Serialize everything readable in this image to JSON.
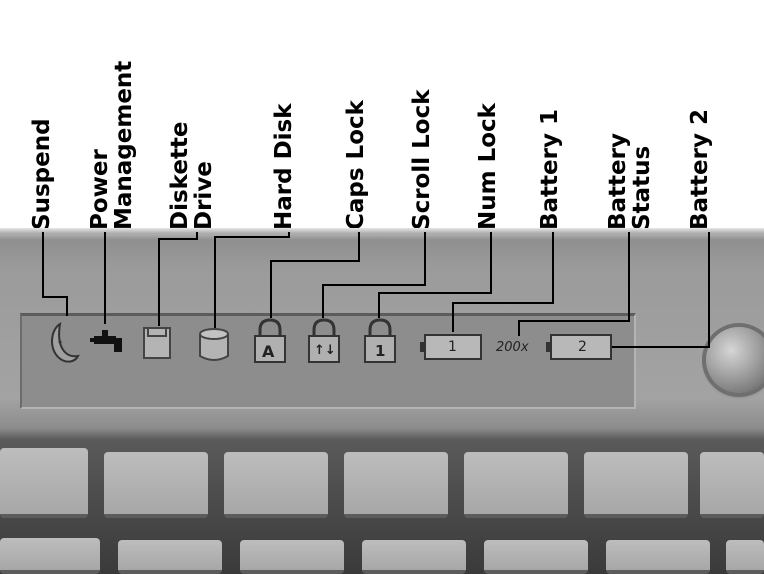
{
  "labels": {
    "suspend": "Suspend",
    "power_management": "Power\nManagement",
    "diskette_drive": "Diskette\nDrive",
    "hard_disk": "Hard Disk",
    "caps_lock": "Caps Lock",
    "scroll_lock": "Scroll Lock",
    "num_lock": "Num Lock",
    "battery_1": "Battery 1",
    "battery_status": "Battery\nStatus",
    "battery_2": "Battery 2"
  },
  "indicators": {
    "hard_disk_glyph": "A",
    "caps_lock_glyph": "↑↓",
    "scroll_lock_glyph": "1",
    "battery_1_glyph": "1",
    "battery_status_value": "200x",
    "battery_2_glyph": "2"
  },
  "icons": {
    "suspend": "crescent-moon-icon",
    "power_management": "plug-faucet-icon",
    "diskette_drive": "diskette-icon",
    "hard_disk": "cylinder-icon",
    "lock": "padlock-icon",
    "battery": "battery-icon"
  },
  "colors": {
    "housing": "#9b9b9b",
    "lcd_recess": "#8d8d8d",
    "icon_stroke": "#333333",
    "callout_line": "#000000"
  }
}
